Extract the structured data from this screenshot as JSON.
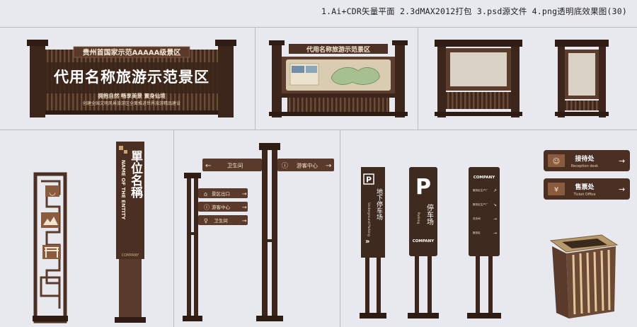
{
  "header": {
    "text": "1.Ai+CDR矢量平面  2.3dMAX2012打包 3.psd源文件  4.png透明底效果图(30)"
  },
  "gate_sign": {
    "top_banner": "贵州首国家示范AAAAA级景区",
    "main_title": "代用名称旅游示范景区",
    "slogan": "拥抱自然  畅享美景  置身仙境",
    "subline": "创建全国文明风景旅游区全面推进世界旅游精品建设"
  },
  "map_board": {
    "title": "代用名称旅游示范景区"
  },
  "pillar_sign": {
    "text": "單位名稱",
    "en": "NAME OF THE ENTITY",
    "company": "COMPANY"
  },
  "direction_small": {
    "items": [
      {
        "label": "景区出口"
      },
      {
        "label": "游客中心"
      },
      {
        "label": "卫生间"
      }
    ]
  },
  "direction_large": {
    "left_label": "卫生间",
    "right_label": "游客中心"
  },
  "parking_underground": {
    "letter": "P",
    "text": "地下停车场",
    "en": "Underground Parking"
  },
  "parking_main": {
    "letter": "P",
    "text": "停车场",
    "en": "Parking",
    "company": "COMPANY"
  },
  "directory_sign": {
    "company": "COMPANY",
    "items": [
      {
        "label": "服务区生产厂"
      },
      {
        "label": "服务区生产厂"
      },
      {
        "label": "洗手间"
      },
      {
        "label": "服务区"
      }
    ]
  },
  "wall_signs": {
    "reception": {
      "cn": "接待处",
      "en": "Reception desk"
    },
    "ticket": {
      "cn": "售票处",
      "en": "Ticket Office"
    }
  },
  "colors": {
    "wood": "#4a2f22",
    "wood_light": "#6d4a36",
    "bronze": "#b78a55",
    "bg": "#e8e9ee"
  }
}
